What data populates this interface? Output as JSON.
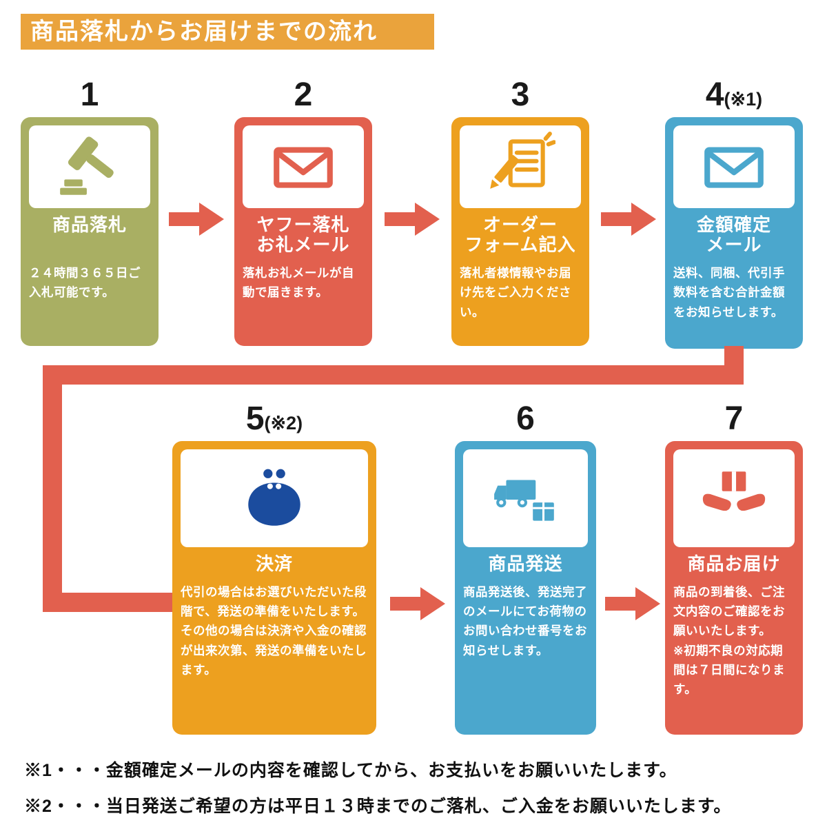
{
  "header": {
    "title": "商品落札からお届けまでの流れ"
  },
  "steps": [
    {
      "number": "1",
      "note": "",
      "icon": "gavel-icon",
      "title": "商品落札",
      "desc": "２４時間３６５日ご入札可能です。",
      "color": "#A9AF63"
    },
    {
      "number": "2",
      "note": "",
      "icon": "mail-icon",
      "title": "ヤフー落札\nお礼メール",
      "desc": "落札お礼メールが自動で届きます。",
      "color": "#E2604E"
    },
    {
      "number": "3",
      "note": "",
      "icon": "order-form-icon",
      "title": "オーダー\nフォーム記入",
      "desc": "落札者様情報やお届け先をご入力ください。",
      "color": "#EDA01F"
    },
    {
      "number": "4",
      "note": "(※1)",
      "icon": "mail-icon",
      "title": "金額確定\nメール",
      "desc": "送料、同梱、代引手数料を含む合計金額をお知らせします。",
      "color": "#4BA7CD"
    },
    {
      "number": "5",
      "note": "(※2)",
      "icon": "purse-icon",
      "title": "決済",
      "desc": "代引の場合はお選びいただいた段階で、発送の準備をいたします。\nその他の場合は決済や入金の確認が出来次第、発送の準備をいたします。",
      "color": "#EDA01F"
    },
    {
      "number": "6",
      "note": "",
      "icon": "truck-icon",
      "title": "商品発送",
      "desc": "商品発送後、発送完了のメールにてお荷物のお問い合わせ番号をお知らせします。",
      "color": "#4BA7CD"
    },
    {
      "number": "7",
      "note": "",
      "icon": "delivery-hands-icon",
      "title": "商品お届け",
      "desc": "商品の到着後、ご注文内容のご確認をお願いいたします。\n※初期不良の対応期間は７日間になります。",
      "color": "#E2604E"
    }
  ],
  "footnotes": [
    "※1・・・金額確定メールの内容を確認してから、お支払いをお願いいたします。",
    "※2・・・当日発送ご希望の方は平日１３時までのご落札、ご入金をお願いいたします。"
  ],
  "colors": {
    "header_bg": "#EAA33C",
    "olive": "#A9AF63",
    "red": "#E2604E",
    "orange": "#EDA01F",
    "blue": "#4BA7CD",
    "purse_navy": "#1B4C9E",
    "arrow": "#E2604E",
    "card_text": "#FFFFFF",
    "number_text": "#1A1A1A",
    "background": "#FFFFFF"
  }
}
